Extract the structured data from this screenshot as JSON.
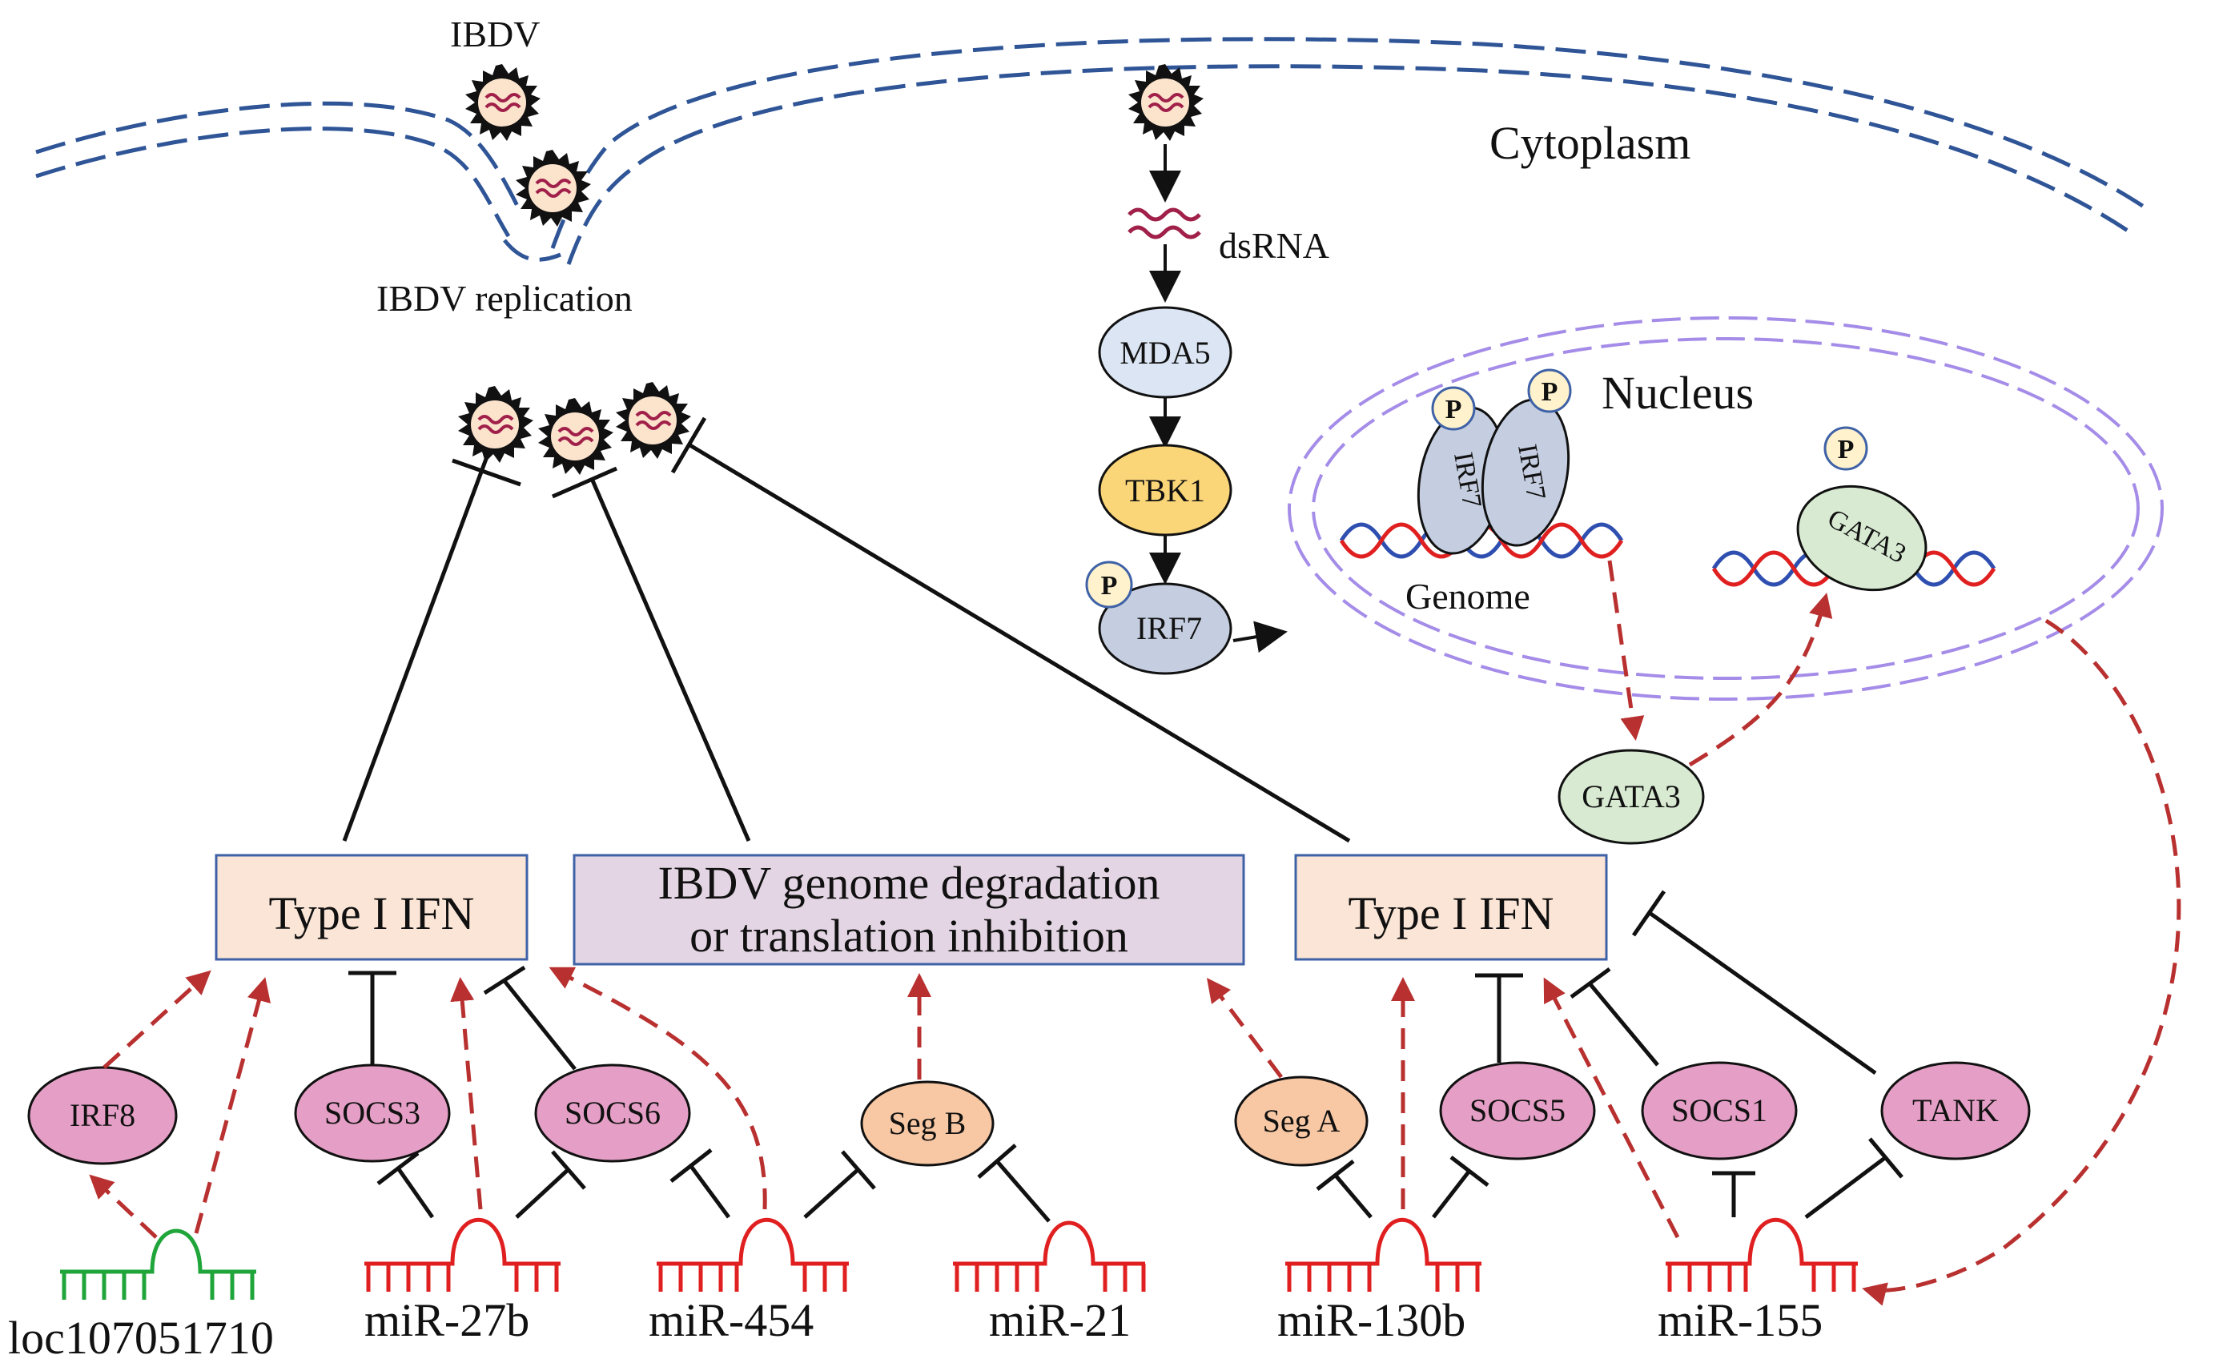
{
  "labels": {
    "ibdv": "IBDV",
    "ibdv_replication": "IBDV replication",
    "cytoplasm": "Cytoplasm",
    "dsrna": "dsRNA",
    "nucleus": "Nucleus",
    "genome": "Genome",
    "p": "P"
  },
  "proteins": {
    "mda5": "MDA5",
    "tbk1": "TBK1",
    "irf7": "IRF7",
    "gata3": "GATA3"
  },
  "boxes": {
    "ifn_left": "Type I IFN",
    "degradation_line1": "IBDV genome degradation",
    "degradation_line2": "or translation inhibition",
    "ifn_right": "Type I IFN"
  },
  "targets": {
    "irf8": "IRF8",
    "socs3": "SOCS3",
    "socs6": "SOCS6",
    "seg_b": "Seg B",
    "seg_a": "Seg A",
    "socs5": "SOCS5",
    "socs1": "SOCS1",
    "tank": "TANK"
  },
  "rnas": {
    "loc": "loc107051710",
    "mir27b": "miR-27b",
    "mir454": "miR-454",
    "mir21": "miR-21",
    "mir130b": "miR-130b",
    "mir155": "miR-155"
  },
  "colors": {
    "membrane": "#2f5597",
    "nucleus_envelope": "#a48ce8",
    "activation_arrow": "#b8302f",
    "inhibition_line": "#111111",
    "mirna": "#e02020",
    "lncrna": "#1fa53a",
    "dna_strand_a": "#e02020",
    "dna_strand_b": "#2f4fb0"
  }
}
